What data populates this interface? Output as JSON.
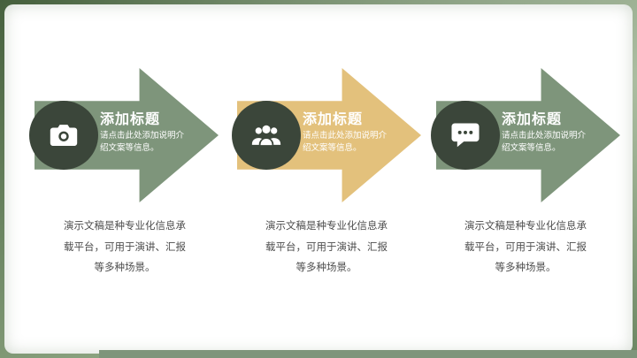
{
  "slide": {
    "groups": [
      {
        "icon": "camera-icon",
        "title": "添加标题",
        "desc": "请点击此处添加说明介绍文案等信息。",
        "color": "#7E957B",
        "caption": "演示文稿是种专业化信息承载平台，可用于演讲、汇报等多种场景。"
      },
      {
        "icon": "people-icon",
        "title": "添加标题",
        "desc": "请点击此处添加说明介绍文案等信息。",
        "color": "#E3C17C",
        "caption": "演示文稿是种专业化信息承载平台，可用于演讲、汇报等多种场景。"
      },
      {
        "icon": "chat-bubble-icon",
        "title": "添加标题",
        "desc": "请点击此处添加说明介绍文案等信息。",
        "color": "#7E957B",
        "caption": "演示文稿是种专业化信息承载平台，可用于演讲、汇报等多种场景。"
      }
    ],
    "colors": {
      "arrow_green": "#7E957B",
      "arrow_gold": "#E3C17C",
      "icon_circle": "#3B463A",
      "frame_green": "#6D8763",
      "accent_bar": "#7E957B",
      "caption_text": "#4D4D4D"
    }
  }
}
